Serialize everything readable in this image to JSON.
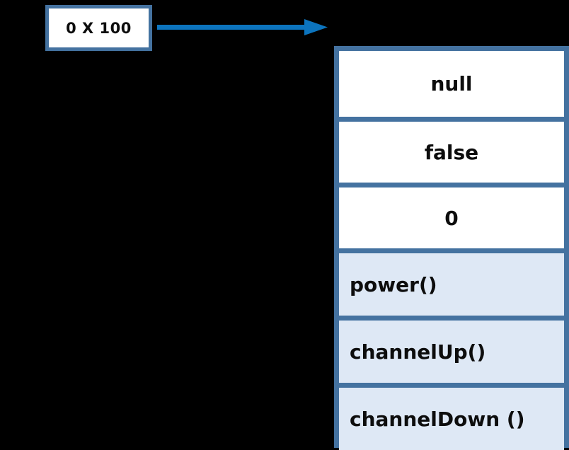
{
  "diagram": {
    "reference": {
      "name": "reference-box",
      "label": "0 X 100"
    },
    "arrow": {
      "name": "reference-arrow",
      "icon": "arrow-right-icon",
      "color": "#0C74BE",
      "direction": "right"
    },
    "object": {
      "name": "object-box",
      "border_color": "#4472A0",
      "field_background": "#FFFFFF",
      "method_background": "#DEE8F5",
      "fields": [
        {
          "value": "null"
        },
        {
          "value": "false"
        },
        {
          "value": "0"
        }
      ],
      "methods": [
        {
          "label": "power()"
        },
        {
          "label": "channelUp()"
        },
        {
          "label": "channelDown ()"
        }
      ]
    }
  }
}
